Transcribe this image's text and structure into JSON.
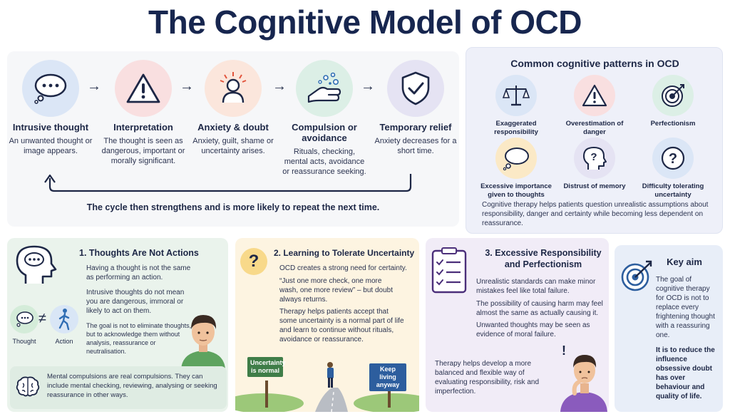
{
  "title": "The Cognitive Model of OCD",
  "cycle": {
    "steps": [
      {
        "label": "Intrusive thought",
        "desc": "An unwanted thought or image appears.",
        "icon": "thought-bubble-icon"
      },
      {
        "label": "Interpretation",
        "desc": "The thought is seen as dangerous, important or morally significant.",
        "icon": "warning-icon"
      },
      {
        "label": "Anxiety & doubt",
        "desc": "Anxiety, guilt, shame or uncertainty arises.",
        "icon": "anxious-person-icon"
      },
      {
        "label": "Compulsion or avoidance",
        "desc": "Rituals, checking, mental acts, avoidance or reassurance seeking.",
        "icon": "hand-washing-icon"
      },
      {
        "label": "Temporary relief",
        "desc": "Anxiety decreases for a short time.",
        "icon": "shield-check-icon"
      }
    ],
    "note": "The cycle then strengthens and is more likely to repeat the next time."
  },
  "patterns": {
    "heading": "Common cognitive patterns in OCD",
    "items": [
      {
        "label": "Exaggerated responsibility",
        "icon": "scales-icon"
      },
      {
        "label": "Overestimation of danger",
        "icon": "warning-icon"
      },
      {
        "label": "Perfectionism",
        "icon": "target-icon"
      },
      {
        "label": "Excessive importance given to thoughts",
        "icon": "thought-bubble-icon"
      },
      {
        "label": "Distrust of memory",
        "icon": "head-question-icon"
      },
      {
        "label": "Difficulty tolerating uncertainty",
        "icon": "question-icon"
      }
    ],
    "note": "Cognitive therapy helps patients question unrealistic assumptions about responsibility, danger and certainty while becoming less dependent on reassurance."
  },
  "thoughts": {
    "heading": "1. Thoughts Are Not Actions",
    "p1": "Having a thought is not the same as performing an action.",
    "p2": "Intrusive thoughts do not mean you are dangerous, immoral or likely to act on them.",
    "p3": "The goal is not to eliminate thoughts, but to acknowledge them without analysis, reassurance or neutralisation.",
    "thought_label": "Thought",
    "action_label": "Action",
    "not_equal": "≠",
    "callout": "Mental compulsions are real compulsions. They can include mental checking, reviewing, analysing or seeking reassurance in other ways."
  },
  "uncertainty": {
    "heading": "2. Learning to Tolerate Uncertainty",
    "p1": "OCD creates a strong need for certainty.",
    "p2": "“Just one more check, one more wash, one more review” – but doubt always returns.",
    "p3": "Therapy helps patients accept that some uncertainty is a normal part of life and learn to continue without rituals, avoidance or reassurance.",
    "sign_left": "Uncertainty is normal",
    "sign_right": "Keep living anyway",
    "question_mark": "?"
  },
  "responsibility": {
    "heading_line1": "3. Excessive Responsibility",
    "heading_line2": "and Perfectionism",
    "p1": "Unrealistic standards can make minor mistakes feel like total failure.",
    "p2": "The possibility of causing harm may feel almost the same as actually causing it.",
    "p3": "Unwanted thoughts may be seen as evidence of moral failure.",
    "p4": "Therapy helps develop a more balanced and flexible way of evaluating responsibility, risk and imperfection."
  },
  "keyaim": {
    "heading": "Key aim",
    "p1": "The goal of cognitive therapy for OCD is not to replace every frightening thought with a reassuring one.",
    "p2": "It is to reduce the influence obsessive doubt has over behaviour and quality of life."
  },
  "colors": {
    "title": "#17264f",
    "circle_blue": "#dbe6f6",
    "circle_pink": "#f9dfe0",
    "circle_peach": "#fbe6dc",
    "circle_green": "#dcefe6",
    "circle_lavender": "#e5e3f3",
    "sign_green": "#3f7d48",
    "sign_blue": "#2d5e9e"
  }
}
